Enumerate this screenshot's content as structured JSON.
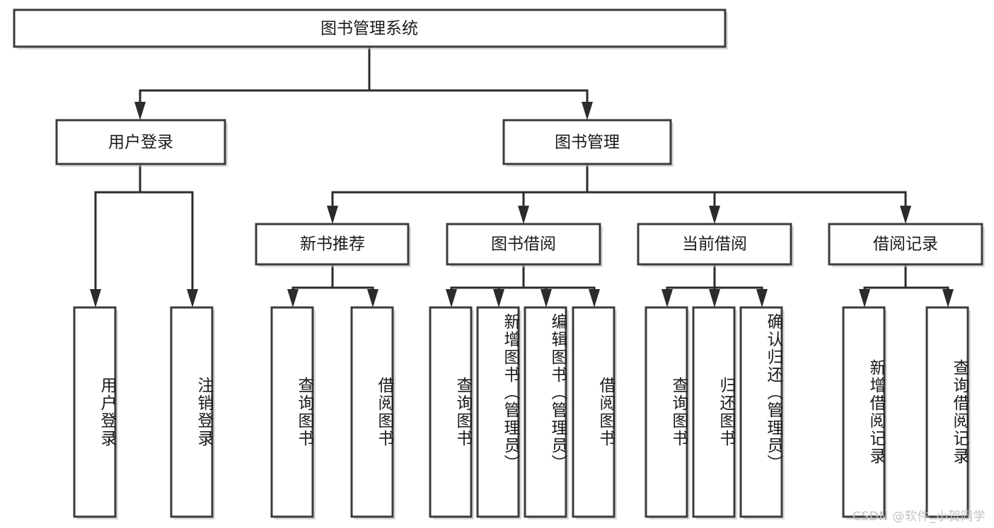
{
  "diagram": {
    "type": "tree",
    "title": "图书管理系统",
    "orientation": "top-down",
    "root": {
      "id": "root",
      "label": "图书管理系统"
    },
    "level1": [
      {
        "id": "user-login",
        "label": "用户登录"
      },
      {
        "id": "book-manage",
        "label": "图书管理"
      }
    ],
    "level2": [
      {
        "id": "new-book-rec",
        "label": "新书推荐",
        "parent": "book-manage"
      },
      {
        "id": "book-borrow",
        "label": "图书借阅",
        "parent": "book-manage"
      },
      {
        "id": "current-borrow",
        "label": "当前借阅",
        "parent": "book-manage"
      },
      {
        "id": "borrow-record",
        "label": "借阅记录",
        "parent": "book-manage"
      }
    ],
    "leaves": [
      {
        "id": "leaf-user-login",
        "label": "用户登录",
        "parent": "user-login",
        "align": "middle"
      },
      {
        "id": "leaf-user-logout",
        "label": "注销登录",
        "parent": "user-login",
        "align": "middle"
      },
      {
        "id": "leaf-query-book-1",
        "label": "查询图书",
        "parent": "new-book-rec",
        "align": "middle"
      },
      {
        "id": "leaf-borrow-book-1",
        "label": "借阅图书",
        "parent": "new-book-rec",
        "align": "middle"
      },
      {
        "id": "leaf-query-book-2",
        "label": "查询图书",
        "parent": "book-borrow",
        "align": "middle"
      },
      {
        "id": "leaf-add-book",
        "label": "新增图书（管理员）",
        "parent": "book-borrow",
        "align": "top"
      },
      {
        "id": "leaf-edit-book",
        "label": "编辑图书（管理员）",
        "parent": "book-borrow",
        "align": "top"
      },
      {
        "id": "leaf-borrow-book-2",
        "label": "借阅图书",
        "parent": "book-borrow",
        "align": "middle"
      },
      {
        "id": "leaf-query-book-3",
        "label": "查询图书",
        "parent": "current-borrow",
        "align": "middle"
      },
      {
        "id": "leaf-return-book",
        "label": "归还图书",
        "parent": "current-borrow",
        "align": "middle"
      },
      {
        "id": "leaf-confirm-return",
        "label": "确认归还（管理员）",
        "parent": "current-borrow",
        "align": "top"
      },
      {
        "id": "leaf-add-record",
        "label": "新增借阅记录",
        "parent": "borrow-record",
        "align": "middle"
      },
      {
        "id": "leaf-query-record",
        "label": "查询借阅记录",
        "parent": "borrow-record",
        "align": "middle"
      }
    ],
    "colors": {
      "box_fill": "#ffffff",
      "box_stroke": "#3b3b3b",
      "connector": "#2b2b2b",
      "text": "#1a1a1a",
      "watermark": "#c2c2c2",
      "background": "#ffffff"
    }
  },
  "watermark": {
    "text": "CSDN @软件_小贺同学"
  }
}
